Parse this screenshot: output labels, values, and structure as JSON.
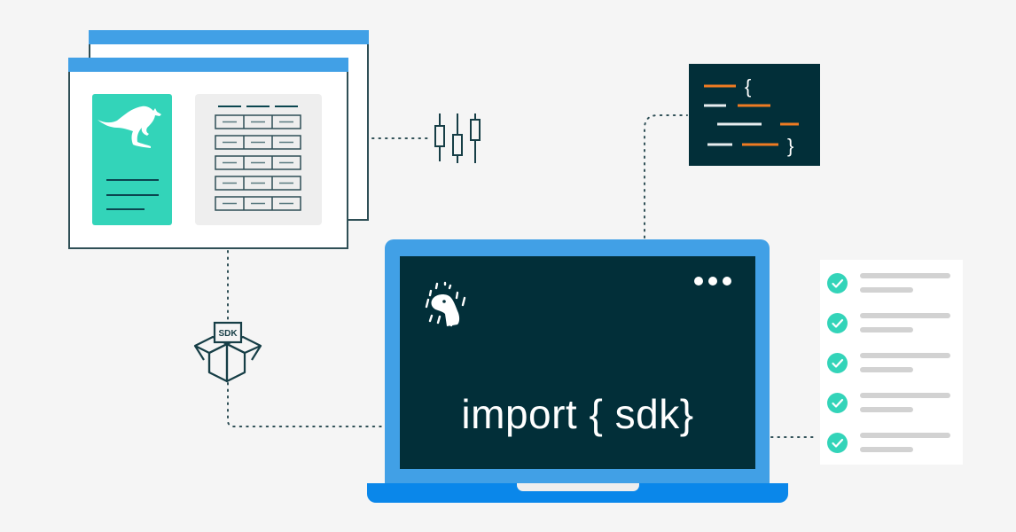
{
  "colors": {
    "background": "#f5f5f5",
    "dark_teal": "#022f39",
    "outline": "#2f4f56",
    "blue_accent": "#41a0e6",
    "blue_base": "#0a87ea",
    "green_accent": "#33d4b9",
    "orange_accent": "#ef7b22",
    "placeholder_grey": "#d2d2d2"
  },
  "browser_windows": {
    "count": 2,
    "front_window": {
      "left_panel": {
        "icon": "kangaroo-icon",
        "text_lines": 3
      },
      "right_panel": {
        "type": "table",
        "header_columns": 3,
        "rows": 5,
        "columns": 3
      }
    }
  },
  "connectors": {
    "candlestick_icon": "candlestick-chart-icon",
    "sdk_box": {
      "icon": "open-box-icon",
      "label": "SDK"
    }
  },
  "code_card": {
    "lines": [
      {
        "segments": [
          "orange"
        ],
        "bracket": "{"
      },
      {
        "segments": [
          "white",
          "orange"
        ]
      },
      {
        "segments": [
          "white",
          "orange"
        ]
      },
      {
        "segments": [
          "white",
          "orange"
        ],
        "bracket": "}"
      }
    ]
  },
  "laptop": {
    "logo": "deno-dinosaur-icon",
    "menu_icon": "more-horizontal-icon",
    "screen_text": "import { sdk}"
  },
  "checklist": {
    "items": [
      {
        "status": "done"
      },
      {
        "status": "done"
      },
      {
        "status": "done"
      },
      {
        "status": "done"
      },
      {
        "status": "done"
      }
    ]
  }
}
